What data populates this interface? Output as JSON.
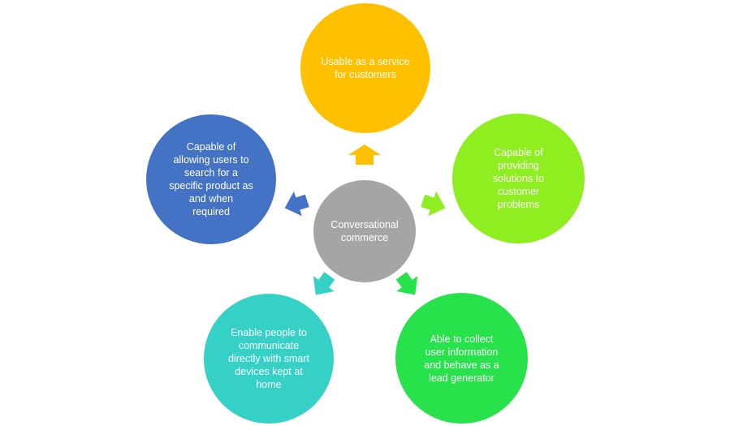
{
  "diagram": {
    "center": {
      "label": "Conversational\ncommerce",
      "color": "#a5a5a5"
    },
    "nodes": {
      "top": {
        "label": "Usable as a service\nfor customers",
        "color": "#ffc000"
      },
      "right": {
        "label": "Capable of\nproviding\nsolutions to\ncustomer\nproblems",
        "color": "#8fee1f"
      },
      "bottom_right": {
        "label": "Able to collect\nuser information\nand behave as a\nlead generator",
        "color": "#27e24a"
      },
      "bottom_left": {
        "label": "Enable people to\ncommunicate\ndirectly with smart\ndevices kept at\nhome",
        "color": "#36d1c6"
      },
      "left": {
        "label": "Capable of\nallowing users to\nsearch for a\nspecific product as\nand when\nrequired",
        "color": "#4472c4"
      }
    }
  }
}
